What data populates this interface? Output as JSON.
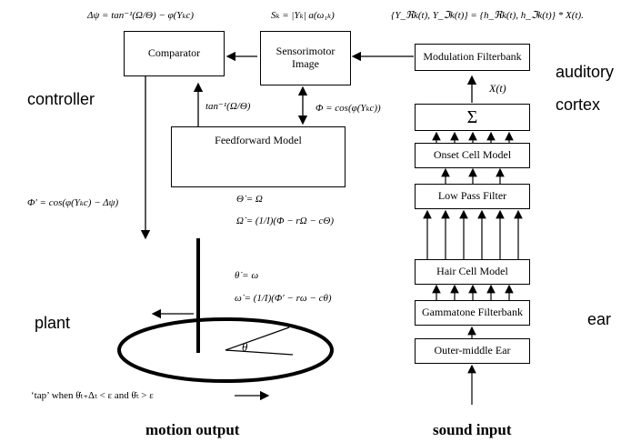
{
  "boxes": {
    "comparator": "Comparator",
    "sensorimotor": "Sensorimotor\nImage",
    "feedforward": "Feedforward Model",
    "modulation": "Modulation Filterbank",
    "sum": "Σ",
    "onset": "Onset Cell Model",
    "lowpass": "Low Pass Filter",
    "haircell": "Hair Cell Model",
    "gammatone": "Gammatone Filterbank",
    "outer": "Outer-middle Ear"
  },
  "labels": {
    "controller": "controller",
    "auditory": "auditory",
    "cortex": "cortex",
    "plant": "plant",
    "ear": "ear",
    "motion_output": "motion output",
    "sound_input": "sound input",
    "theta": "θ",
    "xt": "X(t)"
  },
  "equations": {
    "delta_psi": "Δψ = tan⁻¹(Ω/Θ) − φ(Yₖc)",
    "sk": "Sₖ = |Yₖ| a(ω₁ₖ)",
    "ypair": "{Y_ℜk(t), Y_ℑk(t)} = {h_ℜk(t), h_ℑk(t)} * X(t).",
    "tan_ratio": "tan⁻¹(Ω/Θ)",
    "phi": "Φ = cos(φ(Yₖc))",
    "phi_prime": "Φ′ = cos(φ(Yₖc) − Δψ)",
    "theta_dot": "Θ̇ = Ω",
    "omega_dot": "Ω̇ = (1/I)(Φ − rΩ − cΘ)",
    "small_theta_dot": "θ̇ = ω",
    "small_omega_dot": "ω̇ = (1/I)(Φ′ − rω − cθ)",
    "tap": "‘tap’ when  θ̇ₜ₊Δₜ < ε    and   θ̇ₜ > ε"
  }
}
